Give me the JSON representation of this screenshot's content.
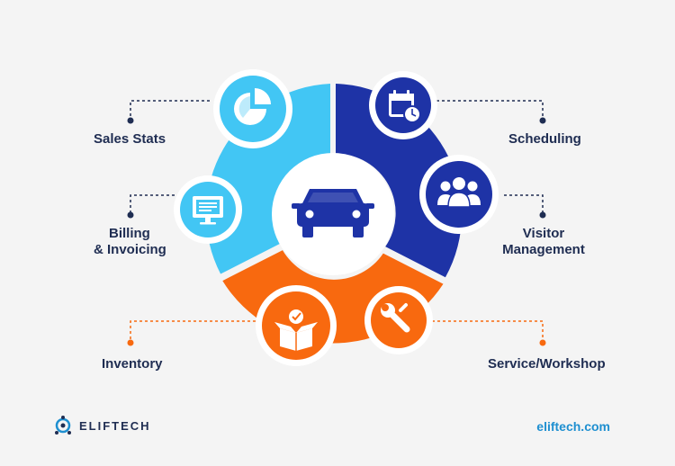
{
  "colors": {
    "light_blue": "#42c6f4",
    "dark_blue": "#1e33a6",
    "orange": "#f8690f",
    "navy": "#1f2d52",
    "link": "#1e8fd0",
    "background": "#f4f4f4"
  },
  "center": {
    "icon": "car-icon"
  },
  "modules": [
    {
      "id": "sales",
      "label_lines": [
        "Sales Stats"
      ],
      "icon": "pie-chart-icon",
      "color": "#42c6f4"
    },
    {
      "id": "billing",
      "label_lines": [
        "Billing",
        "& Invoicing"
      ],
      "icon": "monitor-icon",
      "color": "#42c6f4"
    },
    {
      "id": "inventory",
      "label_lines": [
        "Inventory"
      ],
      "icon": "box-icon",
      "color": "#f8690f"
    },
    {
      "id": "service",
      "label_lines": [
        "Service/Workshop"
      ],
      "icon": "wrench-icon",
      "color": "#f8690f"
    },
    {
      "id": "visitor",
      "label_lines": [
        "Visitor",
        "Management"
      ],
      "icon": "users-icon",
      "color": "#1e33a6"
    },
    {
      "id": "scheduling",
      "label_lines": [
        "Scheduling"
      ],
      "icon": "calendar-clock-icon",
      "color": "#1e33a6"
    }
  ],
  "footer": {
    "brand": "ELIFTECH",
    "website": "eliftech.com"
  }
}
